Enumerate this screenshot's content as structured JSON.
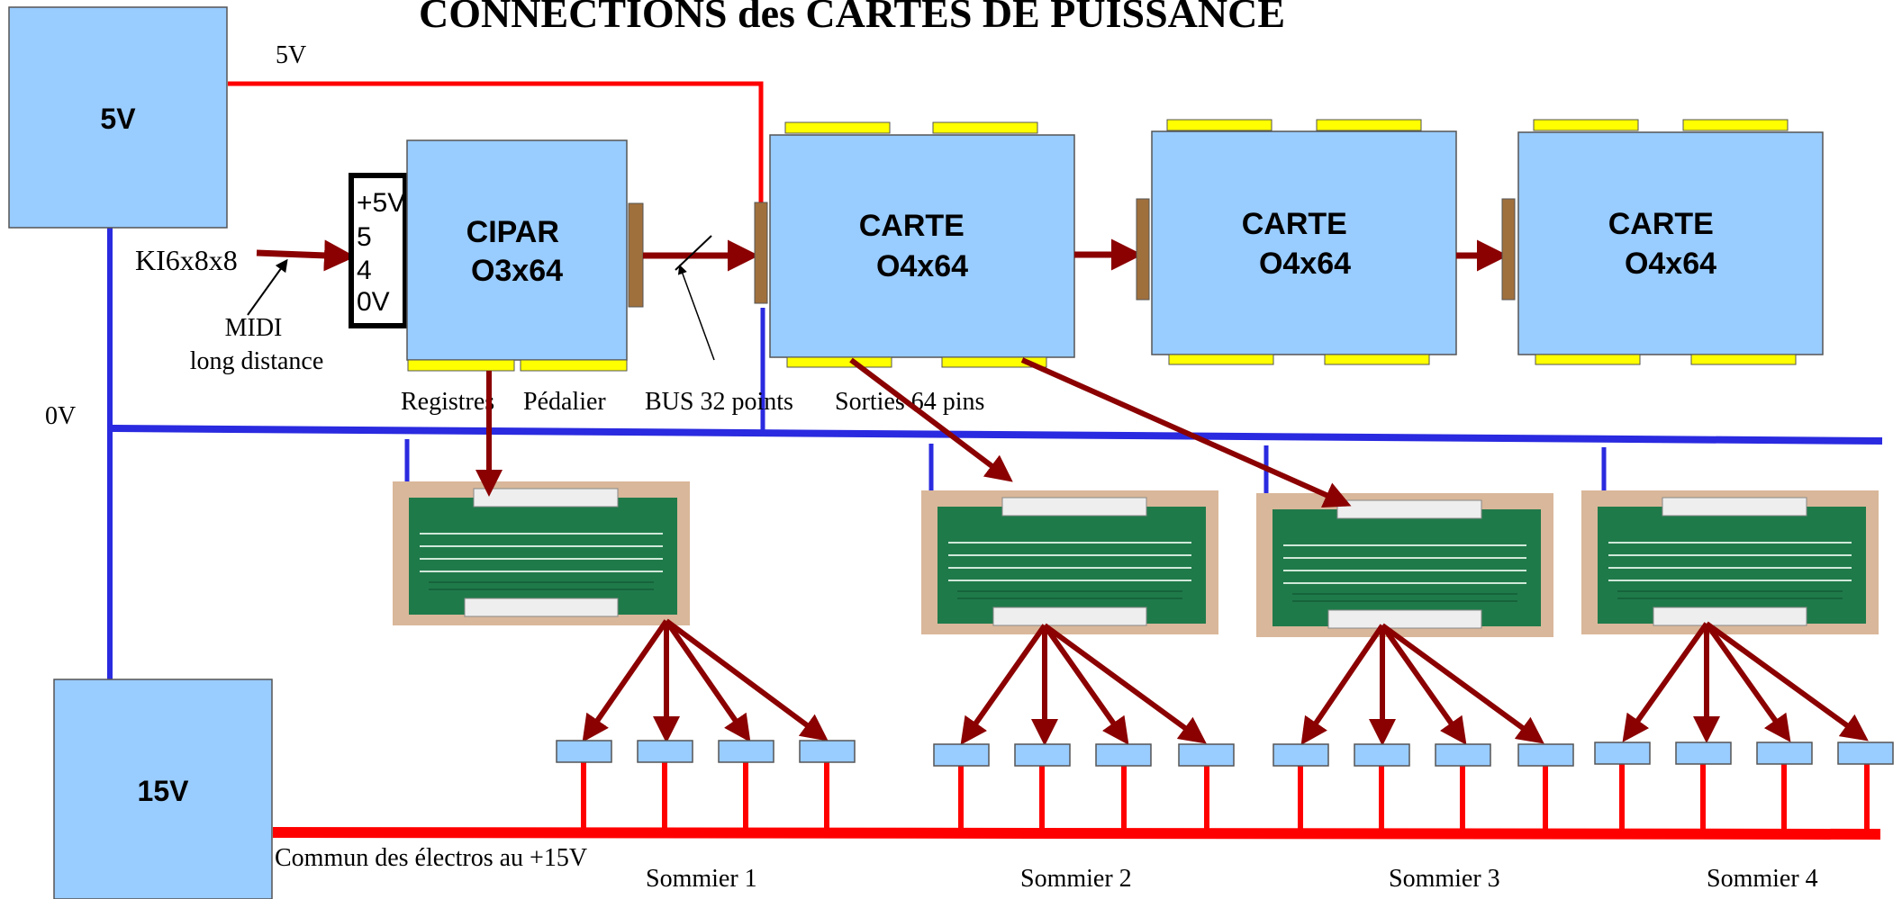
{
  "title": "CONNECTIONS des CARTES DE PUISSANCE",
  "supply_5v": {
    "label": "5V",
    "rail_label": "5V",
    "ground_label": "0V"
  },
  "supply_15v": {
    "label": "15V",
    "rail_label": "Commun des électros au +15V"
  },
  "midi": {
    "source_label": "KI6x8x8",
    "annotation": "MIDI\nlong distance"
  },
  "connector_pins": [
    "+5V",
    "5",
    "4",
    "0V"
  ],
  "cipar": {
    "label": "CIPAR\nO3x64",
    "bottom_labels": [
      "Registres",
      "Pédalier"
    ]
  },
  "bus_label": "BUS 32 points",
  "outputs_label": "Sorties 64 pins",
  "cartes": [
    {
      "label": "CARTE\nO4x64"
    },
    {
      "label": "CARTE\nO4x64"
    },
    {
      "label": "CARTE\nO4x64"
    }
  ],
  "sommiers": [
    "Sommier 1",
    "Sommier 2",
    "Sommier 3",
    "Sommier 4"
  ],
  "colors": {
    "box": "#99ccff",
    "red": "#ff0000",
    "blue": "#2a2ae0",
    "dark_red": "#8b0000",
    "connector_yellow": "#ffff00",
    "connector_brown": "#a0703c",
    "pcb_green": "#1f7a4a",
    "pcb_bg": "#d9b79a"
  }
}
